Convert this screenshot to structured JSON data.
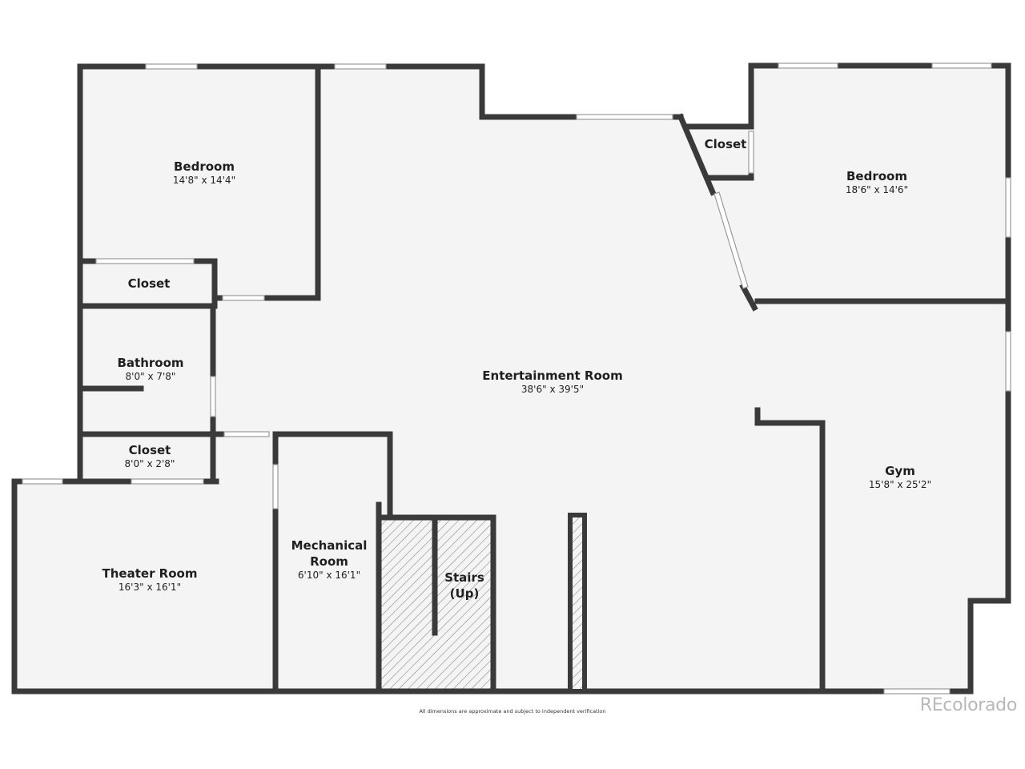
{
  "rooms": {
    "bedroom_left": {
      "name": "Bedroom",
      "dims": "14'8\" x 14'4\""
    },
    "closet_left": {
      "name": "Closet"
    },
    "bathroom": {
      "name": "Bathroom",
      "dims": "8'0\" x 7'8\""
    },
    "closet_mid": {
      "name": "Closet",
      "dims": "8'0\" x 2'8\""
    },
    "theater": {
      "name": "Theater Room",
      "dims": "16'3\" x 16'1\""
    },
    "mechanical": {
      "name_line1": "Mechanical",
      "name_line2": "Room",
      "dims": "6'10\" x 16'1\""
    },
    "stairs": {
      "name_line1": "Stairs",
      "name_line2": "(Up)"
    },
    "entertainment": {
      "name": "Entertainment Room",
      "dims": "38'6\" x 39'5\""
    },
    "closet_right": {
      "name": "Closet"
    },
    "bedroom_right": {
      "name": "Bedroom",
      "dims": "18'6\" x 14'6\""
    },
    "gym": {
      "name": "Gym",
      "dims": "15'8\" x 25'2\""
    }
  },
  "footer": {
    "note": "All dimensions are approximate and subject to independent verification"
  },
  "watermark": {
    "text": "REcolorado"
  },
  "colors": {
    "wall": "#3a3a3a",
    "floor": "#f4f4f4",
    "window": "#9a9a9a",
    "stair_hatch": "#8a8a8a"
  }
}
